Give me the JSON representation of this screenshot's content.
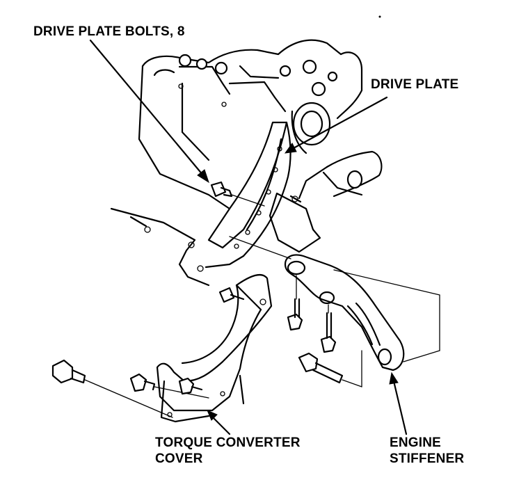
{
  "diagram": {
    "callouts": {
      "drive_plate_bolts": "DRIVE PLATE BOLTS, 8",
      "drive_plate": "DRIVE PLATE",
      "torque_converter_cover_line1": "TORQUE CONVERTER",
      "torque_converter_cover_line2": "COVER",
      "engine_stiffener_line1": "ENGINE",
      "engine_stiffener_line2": "STIFFENER"
    }
  }
}
